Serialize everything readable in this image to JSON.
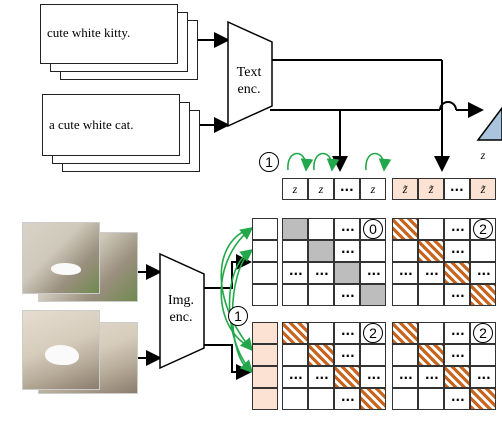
{
  "text_inputs": [
    "cute white kitty.",
    "a cute white cat."
  ],
  "text_encoder_label": [
    "Text",
    "enc."
  ],
  "image_encoder_label": [
    "Img.",
    "enc."
  ],
  "step_marker": "1",
  "top_labels": [
    "z",
    "z",
    "...",
    "z",
    "z̃",
    "z̃",
    "...",
    "z̃"
  ],
  "t_prime_label": "z",
  "block_numbers": [
    "0",
    "2",
    "2",
    "2"
  ],
  "ellipsis": "...",
  "colors": {
    "hatch": "#c8641e",
    "peach": "#fbe2d2",
    "grey": "#bdbdbd",
    "green_arrow": "#22a84a"
  }
}
